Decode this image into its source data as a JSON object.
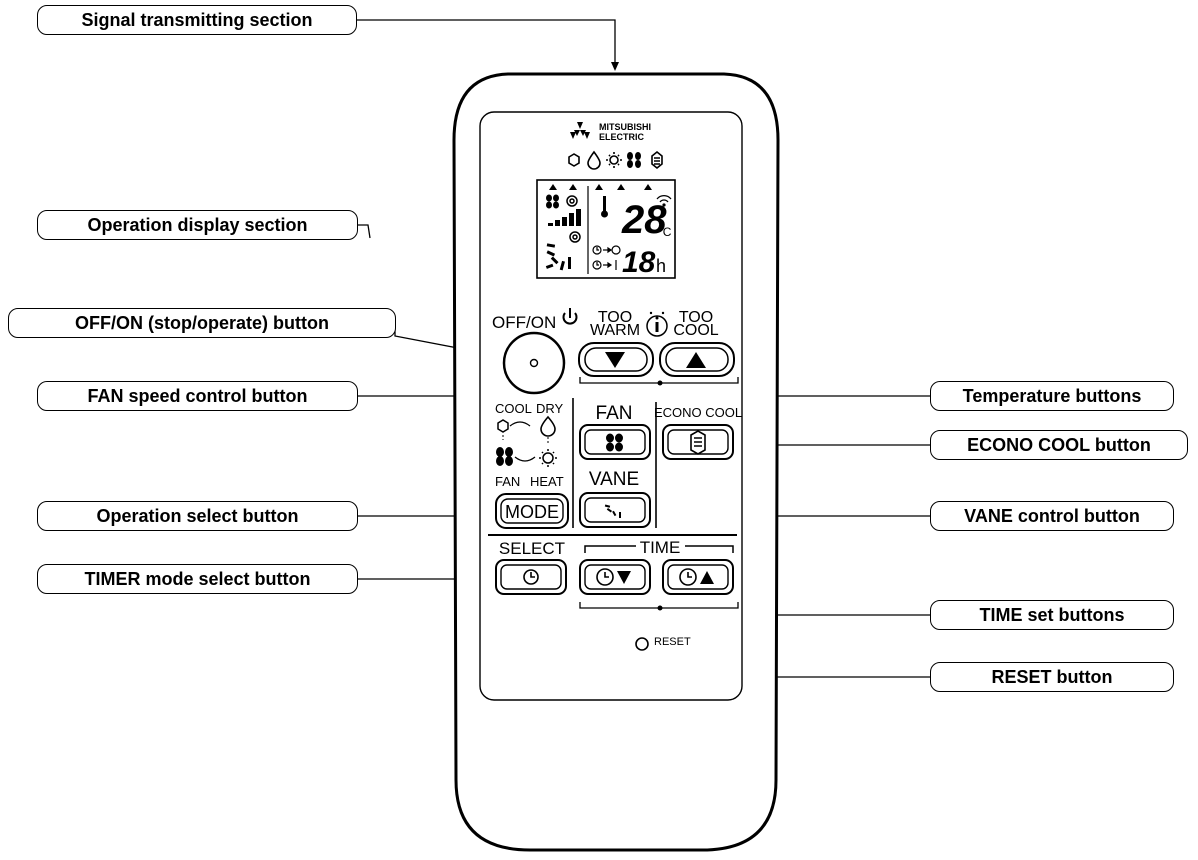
{
  "remote": {
    "brand_line1": "MITSUBISHI",
    "brand_line2": "ELECTRIC",
    "temp_digits": "28",
    "temp_unit": "°C",
    "timer_digits": "18",
    "timer_unit": "h",
    "offon_label": "OFF/ON",
    "too_warm_line1": "TOO",
    "too_warm_line2": "WARM",
    "too_cool_line1": "TOO",
    "too_cool_line2": "COOL",
    "mode_cool": "COOL",
    "mode_dry": "DRY",
    "mode_fan": "FAN",
    "mode_heat": "HEAT",
    "mode_button": "MODE",
    "fan_label": "FAN",
    "econo_label": "ECONO COOL",
    "vane_label": "VANE",
    "select_label": "SELECT",
    "time_label": "TIME",
    "reset_label": "RESET"
  },
  "callouts": {
    "signal": "Signal transmitting section",
    "display": "Operation display section",
    "offon": "OFF/ON (stop/operate) button",
    "fan_speed": "FAN speed control button",
    "op_select": "Operation select button",
    "timer_mode": "TIMER mode select button",
    "temperature": "Temperature buttons",
    "econo": "ECONO COOL button",
    "vane": "VANE control button",
    "time_set": "TIME set buttons",
    "reset": "RESET button"
  }
}
